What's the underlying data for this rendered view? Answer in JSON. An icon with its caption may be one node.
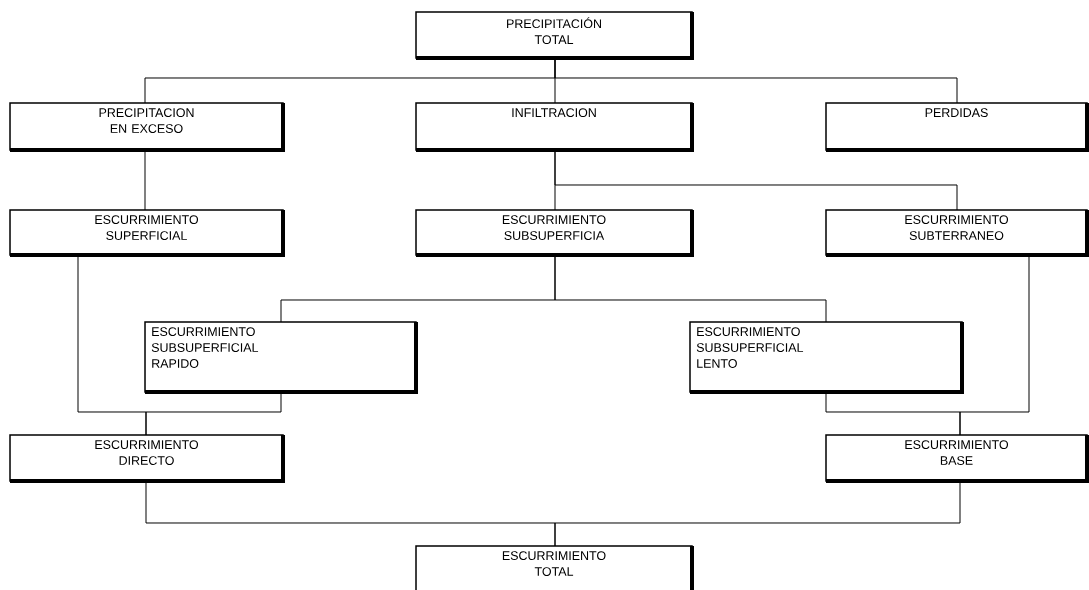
{
  "diagram": {
    "nodes": [
      {
        "text": [
          "PRECIPITACIÓN TOTAL"
        ]
      },
      {
        "text": [
          "PRECIPITACION EN EXCESO"
        ]
      },
      {
        "text": [
          "INFILTRACION"
        ]
      },
      {
        "text": [
          "PERDIDAS"
        ]
      },
      {
        "text": [
          "ESCURRIMIENTO SUPERFICIAL"
        ]
      },
      {
        "text": [
          "ESCURRIMIENTO SUBSUPERFICIA"
        ]
      },
      {
        "text": [
          "ESCURRIMIENTO SUBTERRANEO"
        ]
      },
      {
        "text": [
          "ESCURRIMIENTO SUBSUPERFICIAL RAPIDO"
        ]
      },
      {
        "text": [
          "ESCURRIMIENTO SUBSUPERFICIAL LENTO"
        ]
      },
      {
        "text": [
          "ESCURRIMIENTO DIRECTO"
        ]
      },
      {
        "text": [
          "ESCURRIMIENTO BASE"
        ]
      },
      {
        "text": [
          "ESCURRIMIENTO TOTAL"
        ]
      }
    ],
    "edges": [
      {
        "from": 0,
        "to": 1,
        "arrow": "none"
      },
      {
        "from": 0,
        "to": 2,
        "arrow": "none"
      },
      {
        "from": 0,
        "to": 3,
        "arrow": "none"
      },
      {
        "from": 1,
        "to": 4,
        "arrow": "none"
      },
      {
        "from": 2,
        "to": 5,
        "arrow": "none"
      },
      {
        "from": 2,
        "to": 6,
        "arrow": "none"
      },
      {
        "from": 5,
        "to": 7,
        "arrow": "none"
      },
      {
        "from": 5,
        "to": 8,
        "arrow": "none"
      },
      {
        "from": 4,
        "to": 9,
        "arrow": "none"
      },
      {
        "from": 7,
        "to": 9,
        "arrow": "none"
      },
      {
        "from": 8,
        "to": 10,
        "arrow": "none"
      },
      {
        "from": 6,
        "to": 10,
        "arrow": "none"
      },
      {
        "from": 9,
        "to": 11,
        "arrow": "none"
      },
      {
        "from": 10,
        "to": 11,
        "arrow": "none"
      }
    ]
  }
}
